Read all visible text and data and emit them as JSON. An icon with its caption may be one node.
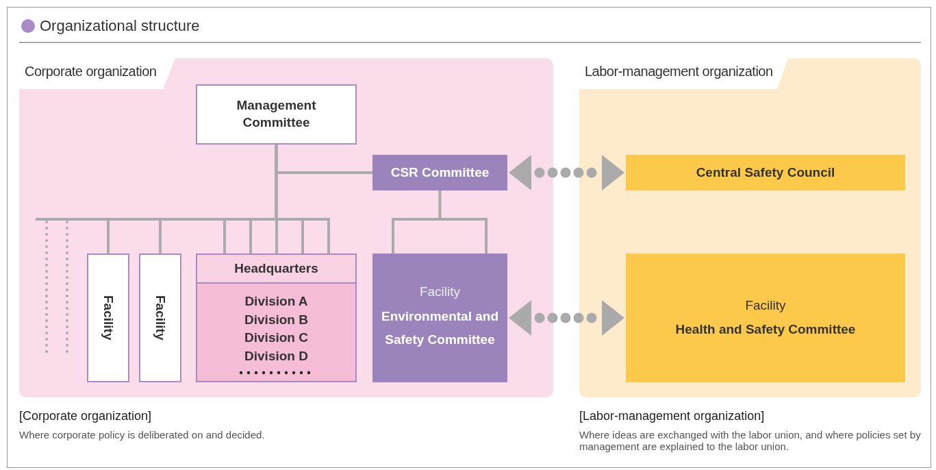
{
  "diagram": {
    "title": "Organizational structure",
    "nodes": [
      {
        "text": [
          "Corporate organization"
        ]
      },
      {
        "text": [
          "Management Committee"
        ],
        "in": 0
      },
      {
        "text": [
          "CSR Committee"
        ],
        "in": 0
      },
      {
        "text": [
          "Facility"
        ],
        "in": 0
      },
      {
        "text": [
          "Facility"
        ],
        "in": 0
      },
      {
        "text": [
          "Headquarters",
          "Division A",
          "Division B",
          "Division C",
          "Division D"
        ],
        "in": 0
      },
      {
        "text": [
          "Facility",
          "Environmental and Safety Committee"
        ],
        "in": 0
      },
      {
        "text": [
          "Labor-management organization"
        ]
      },
      {
        "text": [
          "Central Safety Council"
        ],
        "in": 7
      },
      {
        "text": [
          "Facility",
          "Health and Safety Committee"
        ],
        "in": 7
      }
    ],
    "edges": [
      {
        "from": 1,
        "to": 2,
        "arrow": "none"
      },
      {
        "from": 1,
        "to": 3,
        "arrow": "none"
      },
      {
        "from": 1,
        "to": 4,
        "arrow": "none"
      },
      {
        "from": 1,
        "to": 5,
        "arrow": "none"
      },
      {
        "from": 2,
        "to": 6,
        "arrow": "none"
      },
      {
        "from": 2,
        "to": 8,
        "arrow": "both",
        "style": "dashed"
      },
      {
        "from": 6,
        "to": 9,
        "arrow": "both",
        "style": "dashed"
      }
    ],
    "labels": [
      "[Corporate organization]",
      "Where corporate policy is deliberated on and decided.",
      "[Labor-management organization]",
      "Where ideas are exchanged with the labor union, and where policies set by management are explained to the labor union."
    ]
  }
}
